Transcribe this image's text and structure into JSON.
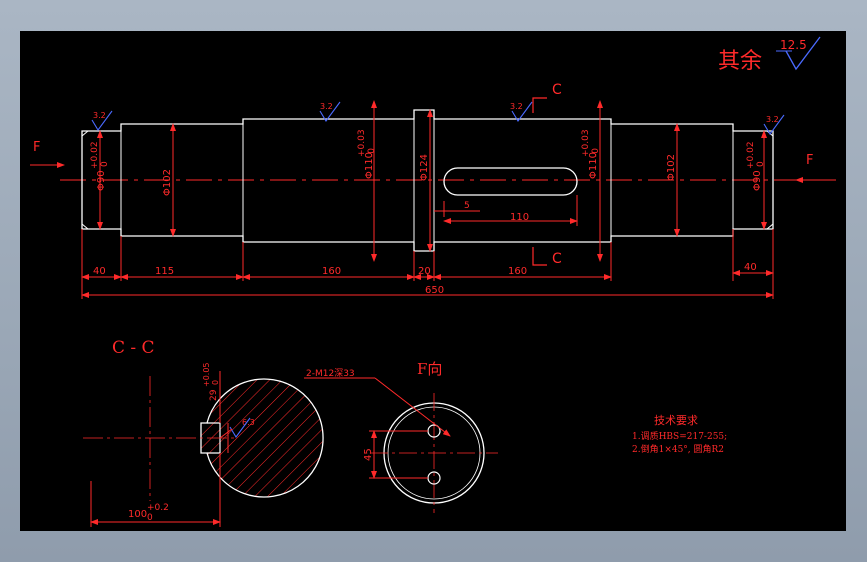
{
  "roughness_other": {
    "label": "其余",
    "value": "12.5"
  },
  "section_marks": {
    "top": "C",
    "bottom": "C"
  },
  "view_arrows": {
    "left": "F",
    "right": "F"
  },
  "roughness_marks": [
    "3.2",
    "3.2",
    "3.2",
    "3.2"
  ],
  "diameters": {
    "d_left_end": "Φ90",
    "d_left_end_tol": "+0.02",
    "d_left_end_tol_lo": "0",
    "d_102_left": "Φ102",
    "d_110_left": "Φ110",
    "d_110_left_tol": "+0.03",
    "d_110_left_tol_lo": "-0",
    "d_124": "Φ124",
    "d_110_right": "Φ110",
    "d_110_right_tol": "+0.03",
    "d_110_right_tol_lo": "-0",
    "d_102_right": "Φ102",
    "d_right_end": "Φ90",
    "d_right_end_tol": "+0.02",
    "d_right_end_tol_lo": "0"
  },
  "keyway": {
    "offset": "5",
    "length": "110"
  },
  "lengths": {
    "seg1": "40",
    "seg2": "115",
    "seg3": "160",
    "seg4": "20",
    "seg5": "160",
    "seg6": "40",
    "total": "650"
  },
  "section_cc": {
    "title": "C  -  C",
    "key_depth": "29",
    "key_depth_tol": "+0.05",
    "key_depth_tol_lo": "0",
    "width": "100",
    "width_tol": "+0.2",
    "width_tol_lo": "0",
    "roughness": "6.3"
  },
  "view_f": {
    "title": "F向",
    "hole_note": "2-M12深33",
    "spacing": "45"
  },
  "tech_requirements": {
    "title": "技术要求",
    "items": [
      "1.调质HBS=217-255;",
      "2.倒角1×45°, 圆角R2"
    ]
  },
  "colors": {
    "line": "#ffffff",
    "dim": "#ff2a2a",
    "roughness": "#4a6aff",
    "background": "#000000",
    "frame": "#9aa7b6"
  }
}
